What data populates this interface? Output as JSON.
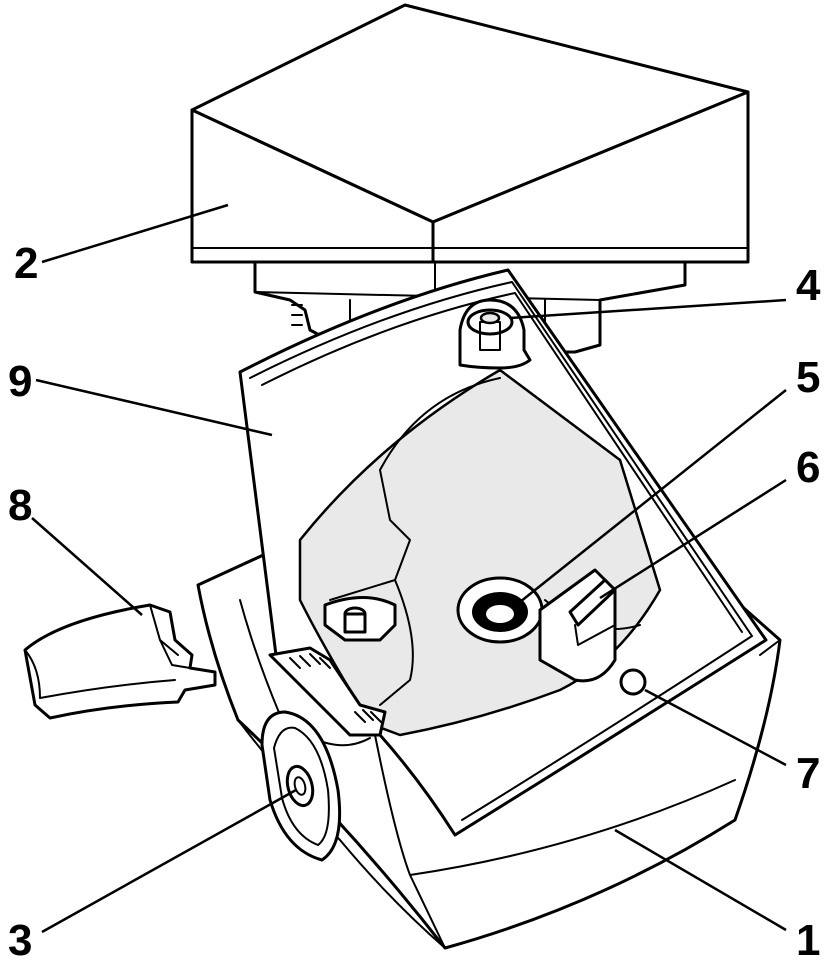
{
  "callouts": [
    {
      "id": "1",
      "label": "1",
      "part": "base"
    },
    {
      "id": "2",
      "label": "2",
      "part": "water-tank"
    },
    {
      "id": "3",
      "label": "3",
      "part": "control-knob"
    },
    {
      "id": "4",
      "label": "4",
      "part": "tank-valve-post"
    },
    {
      "id": "5",
      "label": "5",
      "part": "nebulizer-disc"
    },
    {
      "id": "6",
      "label": "6",
      "part": "float-chamber"
    },
    {
      "id": "7",
      "label": "7",
      "part": "indicator-light"
    },
    {
      "id": "8",
      "label": "8",
      "part": "mist-nozzle"
    },
    {
      "id": "9",
      "label": "9",
      "part": "tank-cap"
    }
  ],
  "colors": {
    "line": "#000000",
    "fill": "#ffffff",
    "shade": "#e9e9e9"
  }
}
